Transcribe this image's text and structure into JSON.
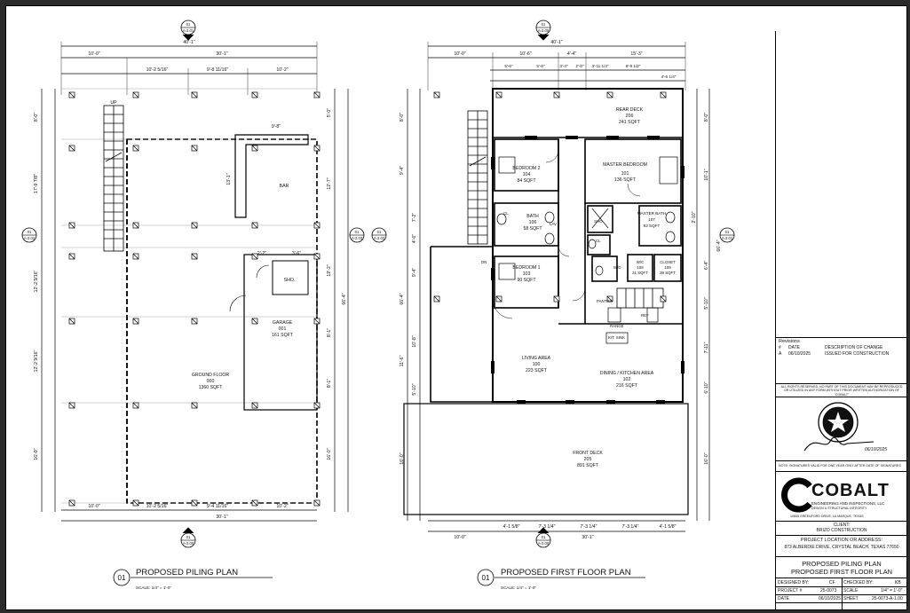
{
  "piling_plan": {
    "title": "PROPOSED PILING PLAN",
    "number": "01",
    "scale": "SCALE: 1/4\" = 1'-0\"",
    "overall_width": "40'-1\"",
    "dim_top": [
      "10'-0\"",
      "30'-1\""
    ],
    "dim_top2": [
      "10'-2 5/16\"",
      "9'-8 11/16\"",
      "10'-2\""
    ],
    "dim_bottom": [
      "10'-0\"",
      "10'-2 5/16\"",
      "9'-4 11/16\"",
      "10'-2\""
    ],
    "dim_bottom_total": "30'-1\"",
    "dim_left": [
      "8'-0\"",
      "17'-9 7/8\"",
      "12'-2 9/16\"",
      "12'-2 9/16\"",
      "16'-0\""
    ],
    "dim_right": [
      "5'-0\"",
      "12'-7\"",
      "12'-2\"",
      "8'-1\"",
      "8'-1\"",
      "16'-0\""
    ],
    "overall_depth": "66'-4\"",
    "bar_label": "BAR",
    "bar_dim": "9'-8\"",
    "bar_dim2": "13'-1\"",
    "sho_label": "SHO.",
    "sho_dims": [
      "2'-2\"",
      "3'-6\""
    ],
    "garage": {
      "name": "GARAGE",
      "num": "001",
      "area": "161 SQFT"
    },
    "ground": {
      "name": "GROUND FLOOR",
      "num": "000",
      "area": "1360 SQFT"
    },
    "up_label": "UP",
    "marker_top": {
      "num": "01",
      "sheet": "A-2.01"
    },
    "marker_bottom": {
      "num": "01",
      "sheet": "A-2.00"
    },
    "marker_left": {
      "num": "01",
      "sheet": "A-2.02"
    },
    "marker_right": {
      "num": "01",
      "sheet": "A-2.03"
    }
  },
  "floor_plan": {
    "title": "PROPOSED FIRST FLOOR PLAN",
    "number": "01",
    "scale": "SCALE: 1/4\" = 1'-0\"",
    "overall_width": "40'-1\"",
    "dim_top": [
      "10'-0\"",
      "10'-6\"",
      "4'-4\"",
      "15'-3\""
    ],
    "dim_top2": [
      "5'-6\"",
      "5'-0\"",
      "3'-4\"",
      "2'-0\"",
      "3'-11 1/4\"",
      "6'-9 1/2\"",
      "4'-6 1/4\""
    ],
    "dim_bottom": [
      "4'-1 5/8\"",
      "7'-3 1/4\"",
      "7'-3 1/4\"",
      "7'-3 1/4\"",
      "4'-1 5/8\""
    ],
    "dim_bottom_total": [
      "10'-0\"",
      "30'-1\""
    ],
    "dim_left_outer": [
      "8'-0\"",
      "9'-4\"",
      "66'-4\"",
      "16'-0\""
    ],
    "dim_left_inner": [
      "7'-2\"",
      "4'-6\"",
      "9'-4\"",
      "10'-8\"",
      "11'-6\"",
      "5'-10\""
    ],
    "dim_right": [
      "8'-0\"",
      "10'-1\"",
      "2'-10\"",
      "6'-4\"",
      "5'-10\"",
      "7'-11\"",
      "6'-10\"",
      "16'-0\""
    ],
    "overall_depth": "66'-4\"",
    "rooms": [
      {
        "name": "REAR DECK",
        "num": "206",
        "area": "241 SQFT"
      },
      {
        "name": "BEDROOM 2",
        "num": "104",
        "area": "84 SQFT"
      },
      {
        "name": "MASTER BEDROOM",
        "num": "101",
        "area": "136 SQFT"
      },
      {
        "name": "BATH",
        "num": "106",
        "area": "58 SQFT"
      },
      {
        "name": "MASTER BATH",
        "num": "107",
        "area": "92 SQFT"
      },
      {
        "name": "BEDROOM 1",
        "num": "103",
        "area": "90 SQFT"
      },
      {
        "name": "W/C",
        "num": "108",
        "area": "21 SQFT"
      },
      {
        "name": "CLOSET",
        "num": "109",
        "area": "39 SQFT"
      },
      {
        "name": "LIVING AREA",
        "num": "100",
        "area": "223 SQFT"
      },
      {
        "name": "DINING / KITCHEN AREA",
        "num": "102",
        "area": "216 SQFT"
      },
      {
        "name": "FRONT DECK",
        "num": "205",
        "area": "891 SQFT"
      }
    ],
    "small_labels": [
      "CL",
      "LAV",
      "SHO",
      "DN",
      "PANTRY",
      "REF",
      "RANGE",
      "KIT. SINK",
      "CL",
      "W/D"
    ],
    "marker_top": {
      "num": "01",
      "sheet": "A-2.00"
    },
    "marker_bottom": {
      "num": "01",
      "sheet": "A-2.00"
    },
    "marker_left": {
      "num": "01",
      "sheet": "A-2.02"
    },
    "marker_right": {
      "num": "01",
      "sheet": "A-2.01"
    }
  },
  "title_block": {
    "revisions_label": "Revisions",
    "rev_headers": [
      "#",
      "DATE",
      "DESCRIPTION OF CHANGE"
    ],
    "rev_row": [
      "A",
      "06/10/2025",
      "ISSUED FOR CONSTRUCTION"
    ],
    "rights_text": "ALL RIGHTS RESERVED. NO PART OF THIS DOCUMENT MAY BE REPRODUCED OR UTILIZED IN ANY FORM WITHOUT PRIOR WRITTEN AUTHORIZATION OF \"COBALT\"",
    "signature_date": "06/10/2025",
    "note": "NOTE: SIGNATURES VALID FOR ONE YEAR ONLY AFTER DATE OF SIGNATURES",
    "company_name": "COBALT",
    "company_sub": "ENGINEERING AND INSPECTIONS, LLC",
    "company_tag": "DESIGN & STRUCTURAL INTEGRITY",
    "company_address": "10655 GREENFORD DRIVE, LA MARQUE, TEXAS",
    "client_label": "CLIENT:",
    "client_name": "BRIZO CONSTRUCTION",
    "project_label": "PROJECT LOCATION OR ADDRESS:",
    "project_address": "873 ALBERDIE DRIVE, CRYSTAL BEACH, TEXAS 77650",
    "sheet_title_1": "PROPOSED PILING PLAN",
    "sheet_title_2": "PROPOSED FIRST FLOOR PLAN",
    "designed_by_label": "DESIGNED BY:",
    "designed_by": "CF",
    "checked_by_label": "CHECKED BY:",
    "checked_by": "KB",
    "project_no_label": "PROJECT #",
    "project_no": "25-0073",
    "scale_label": "SCALE",
    "scale_val": "1/4\" = 1'-0\"",
    "date_label": "DATE",
    "date_val": "06/10/2025",
    "sheet_label": "SHEET",
    "sheet_val": "25-0073-A-1.00"
  }
}
